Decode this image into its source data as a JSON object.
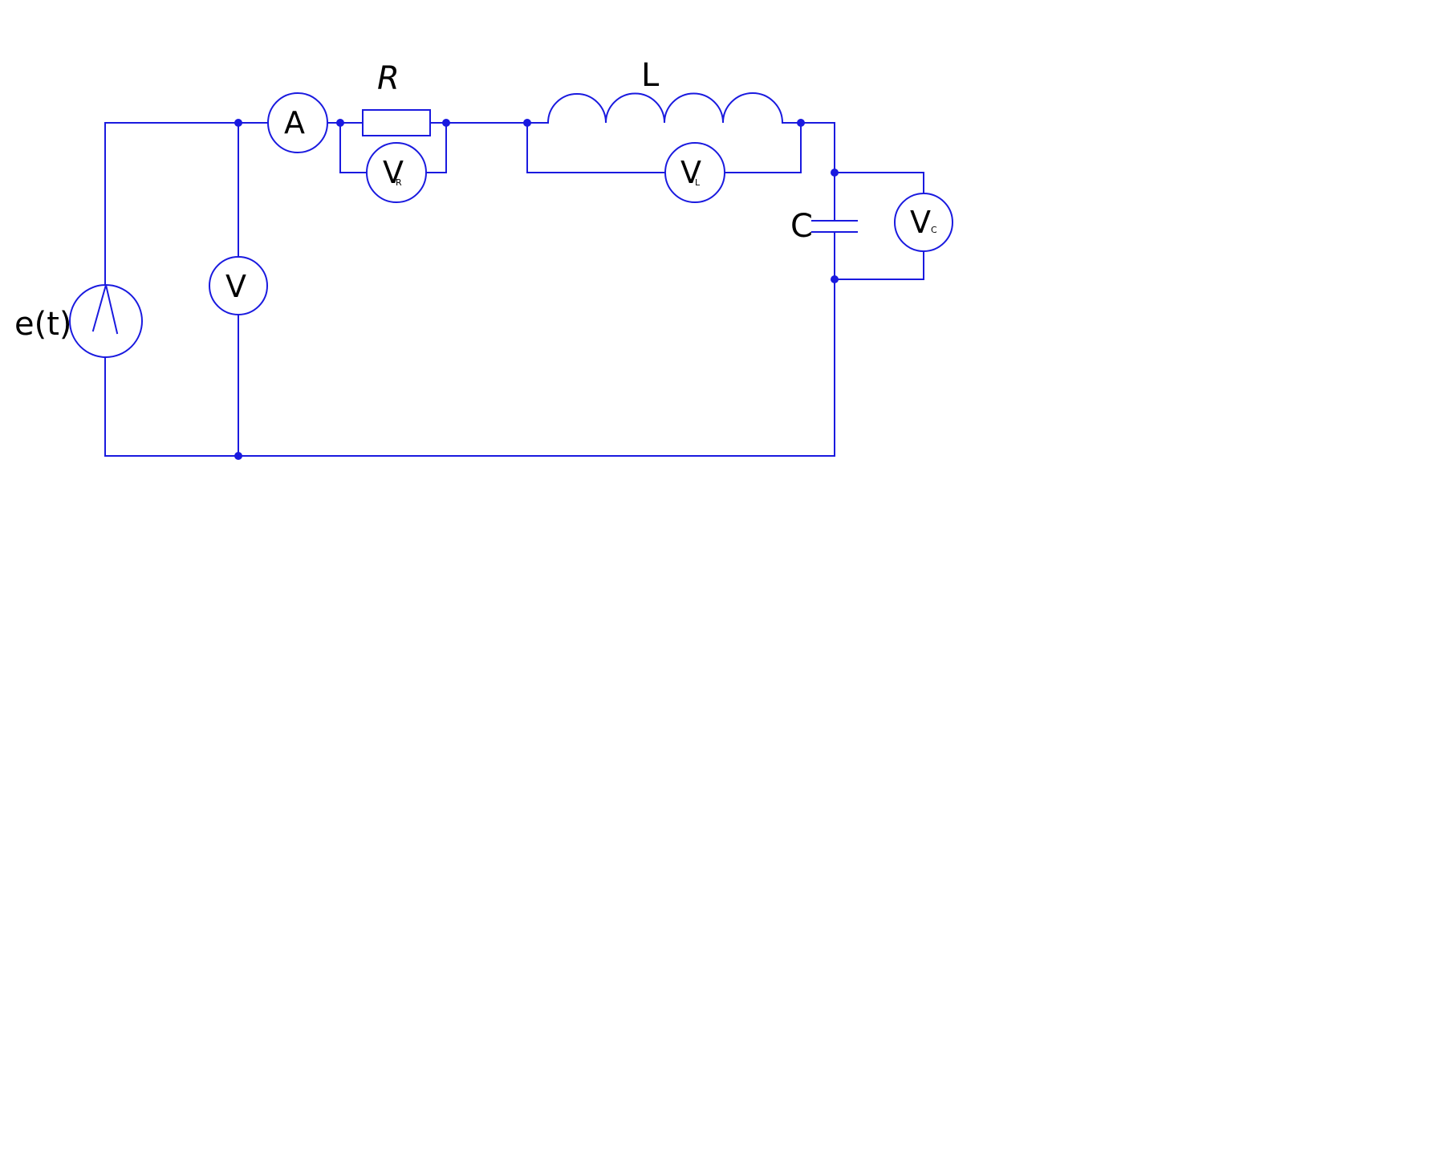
{
  "colors": {
    "wire": "#1a1adf",
    "label": "#000000",
    "background": "#ffffff"
  },
  "labels": {
    "source": "e(t)",
    "resistor": "R",
    "inductor": "L",
    "capacitor": "C"
  },
  "meters": {
    "ammeter": {
      "letter": "A",
      "sub": ""
    },
    "voltmeter_source": {
      "letter": "V",
      "sub": ""
    },
    "voltmeter_r": {
      "letter": "V",
      "sub": "R"
    },
    "voltmeter_l": {
      "letter": "V",
      "sub": "L"
    },
    "voltmeter_c": {
      "letter": "V",
      "sub": "C"
    }
  }
}
